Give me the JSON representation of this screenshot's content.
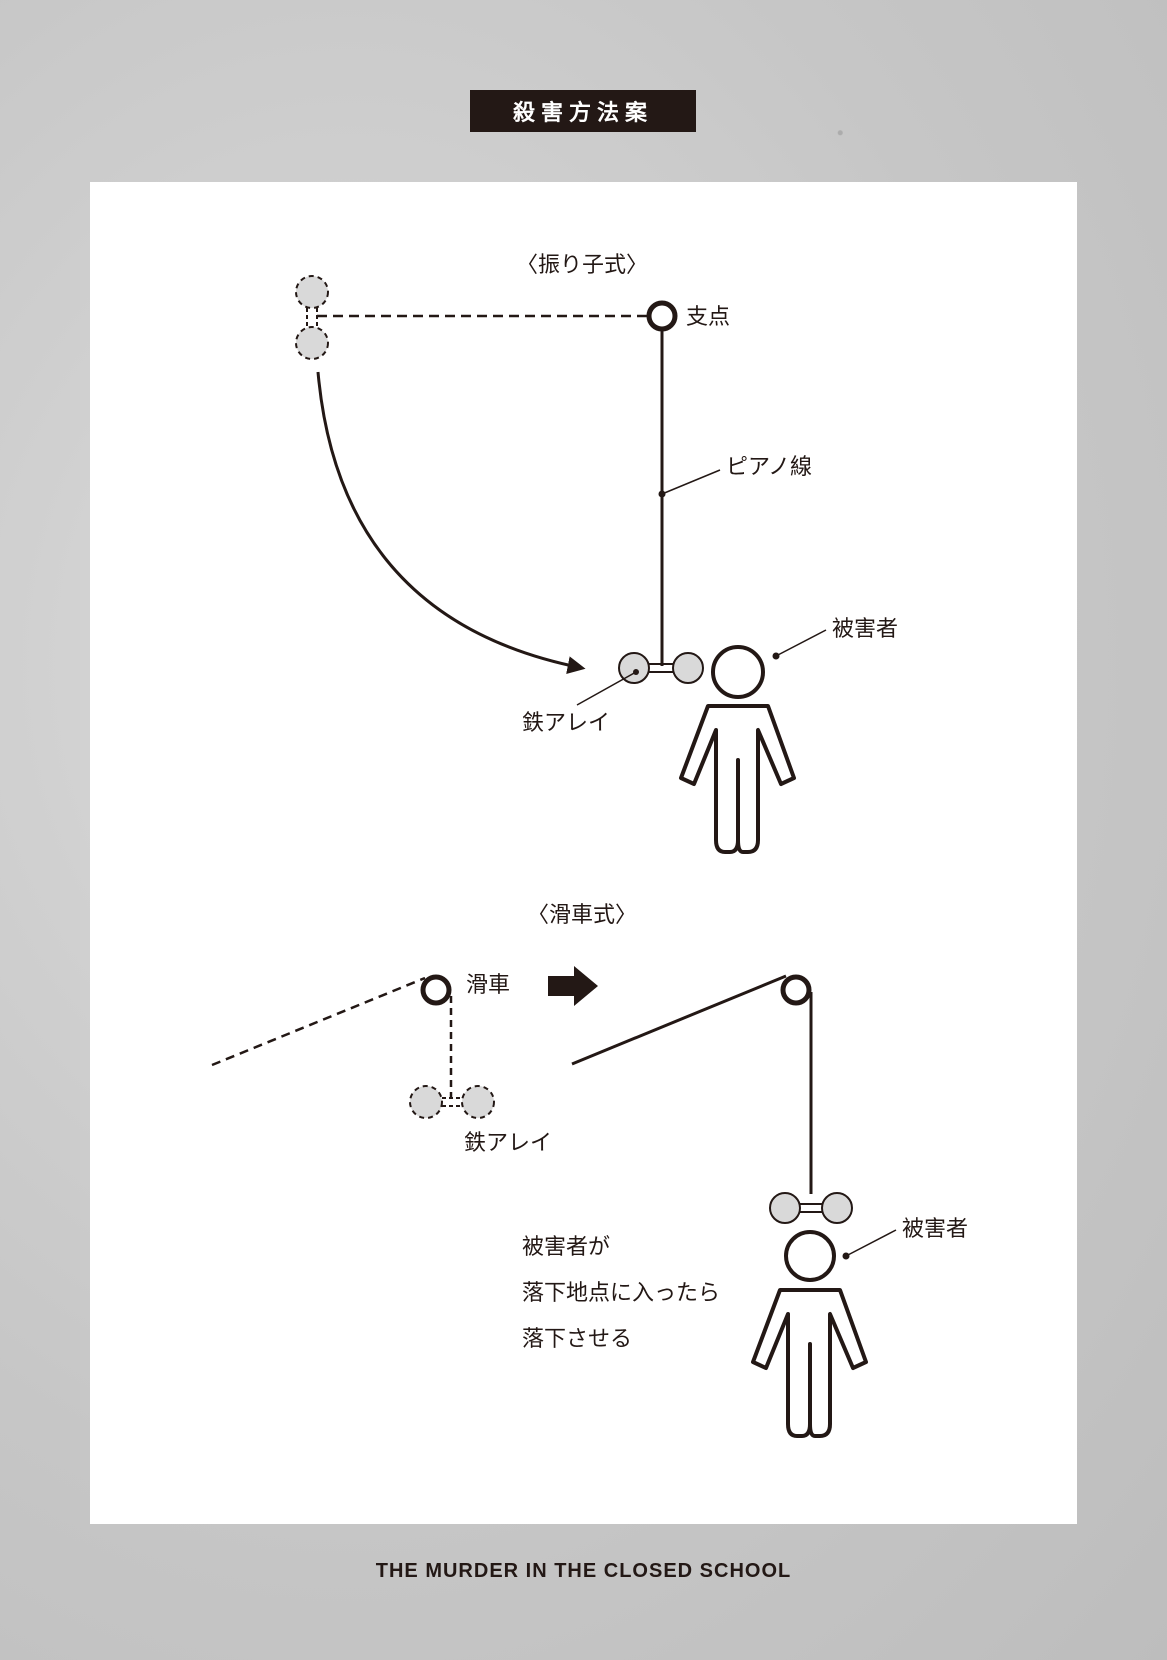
{
  "header": {
    "title": "殺害方法案"
  },
  "pendulum": {
    "heading": "〈振り子式〉",
    "pivot_label": "支点",
    "wire_label": "ピアノ線",
    "victim_label": "被害者",
    "dumbbell_label": "鉄アレイ"
  },
  "pulley": {
    "heading": "〈滑車式〉",
    "pulley_label": "滑車",
    "dumbbell_label": "鉄アレイ",
    "victim_label": "被害者",
    "note_lines": [
      "被害者が",
      "落下地点に入ったら",
      "落下させる"
    ]
  },
  "footer": {
    "text": "THE MURDER IN THE CLOSED SCHOOL"
  },
  "colors": {
    "ink": "#231815",
    "dumbbell_fill": "#d9d9d9",
    "paper": "#ffffff"
  }
}
